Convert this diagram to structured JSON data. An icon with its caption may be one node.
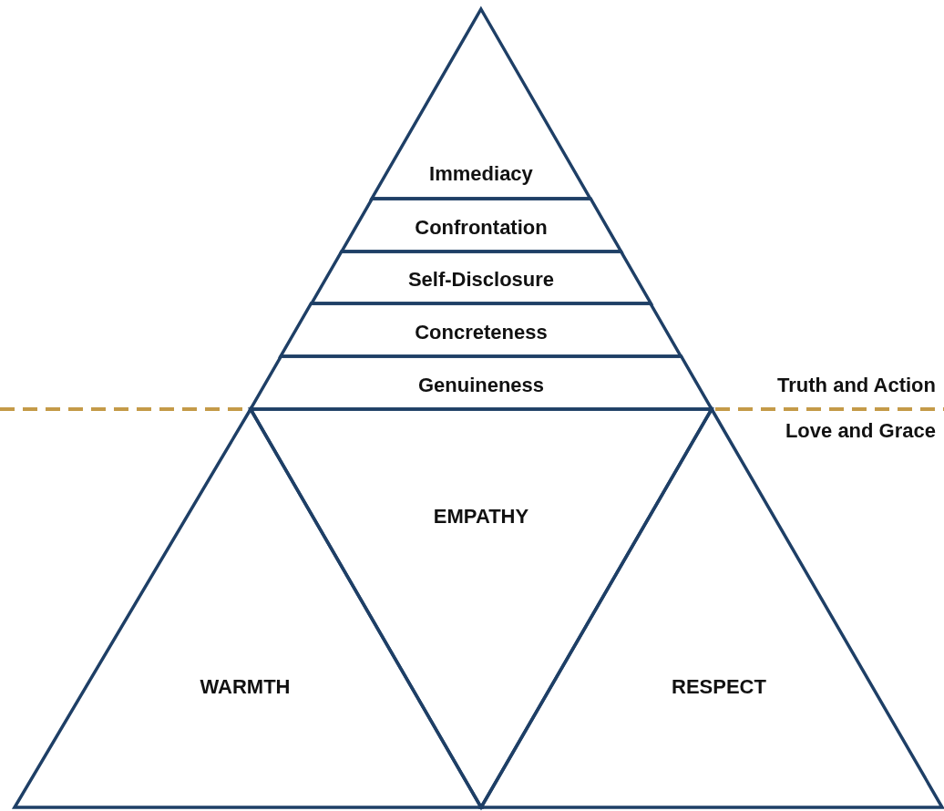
{
  "diagram": {
    "nodes": [
      {
        "text": [
          "Immediacy"
        ]
      },
      {
        "text": [
          "Confrontation"
        ]
      },
      {
        "text": [
          "Self-Disclosure"
        ]
      },
      {
        "text": [
          "Concreteness"
        ]
      },
      {
        "text": [
          "Genuineness"
        ]
      },
      {
        "text": [
          "EMPATHY"
        ]
      },
      {
        "text": [
          "WARMTH"
        ]
      },
      {
        "text": [
          "RESPECT"
        ]
      }
    ],
    "edges": [],
    "labels": [
      "Truth and Action",
      "Love and Grace"
    ]
  }
}
